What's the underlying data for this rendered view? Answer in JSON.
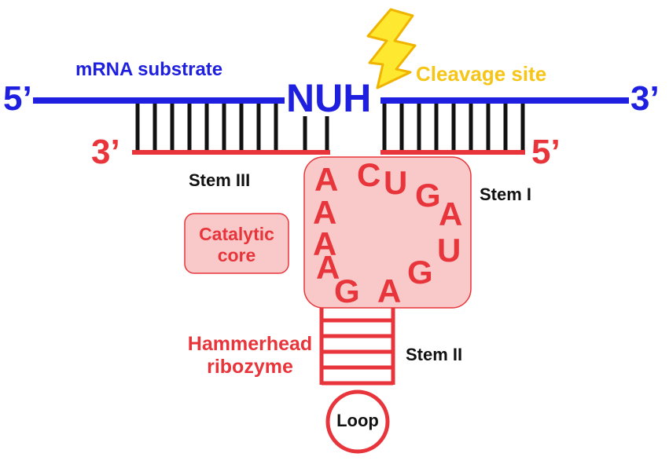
{
  "substrate": {
    "label": "mRNA substrate",
    "five_prime": "5’",
    "three_prime": "3’",
    "site": "NUH"
  },
  "ribozyme": {
    "three_prime": "3’",
    "five_prime": "5’",
    "label_line1": "Hammerhead",
    "label_line2": "ribozyme"
  },
  "cleavage": {
    "label": "Cleavage site",
    "icon": "lightning-bolt-icon"
  },
  "stems": {
    "stem1": "Stem I",
    "stem2": "Stem II",
    "stem3": "Stem III"
  },
  "core": {
    "label_line1": "Catalytic",
    "label_line2": "core",
    "nucleotides": [
      "A",
      "A",
      "A",
      "A",
      "G",
      "A",
      "G",
      "U",
      "A",
      "G",
      "U",
      "C"
    ]
  },
  "loop": {
    "label": "Loop"
  },
  "colors": {
    "substrate": "#1f1fe0",
    "ribozyme": "#e8353b",
    "core_fill": "#f9c9c9",
    "cleavage": "#f5c518",
    "base_pairs": "#111111"
  }
}
